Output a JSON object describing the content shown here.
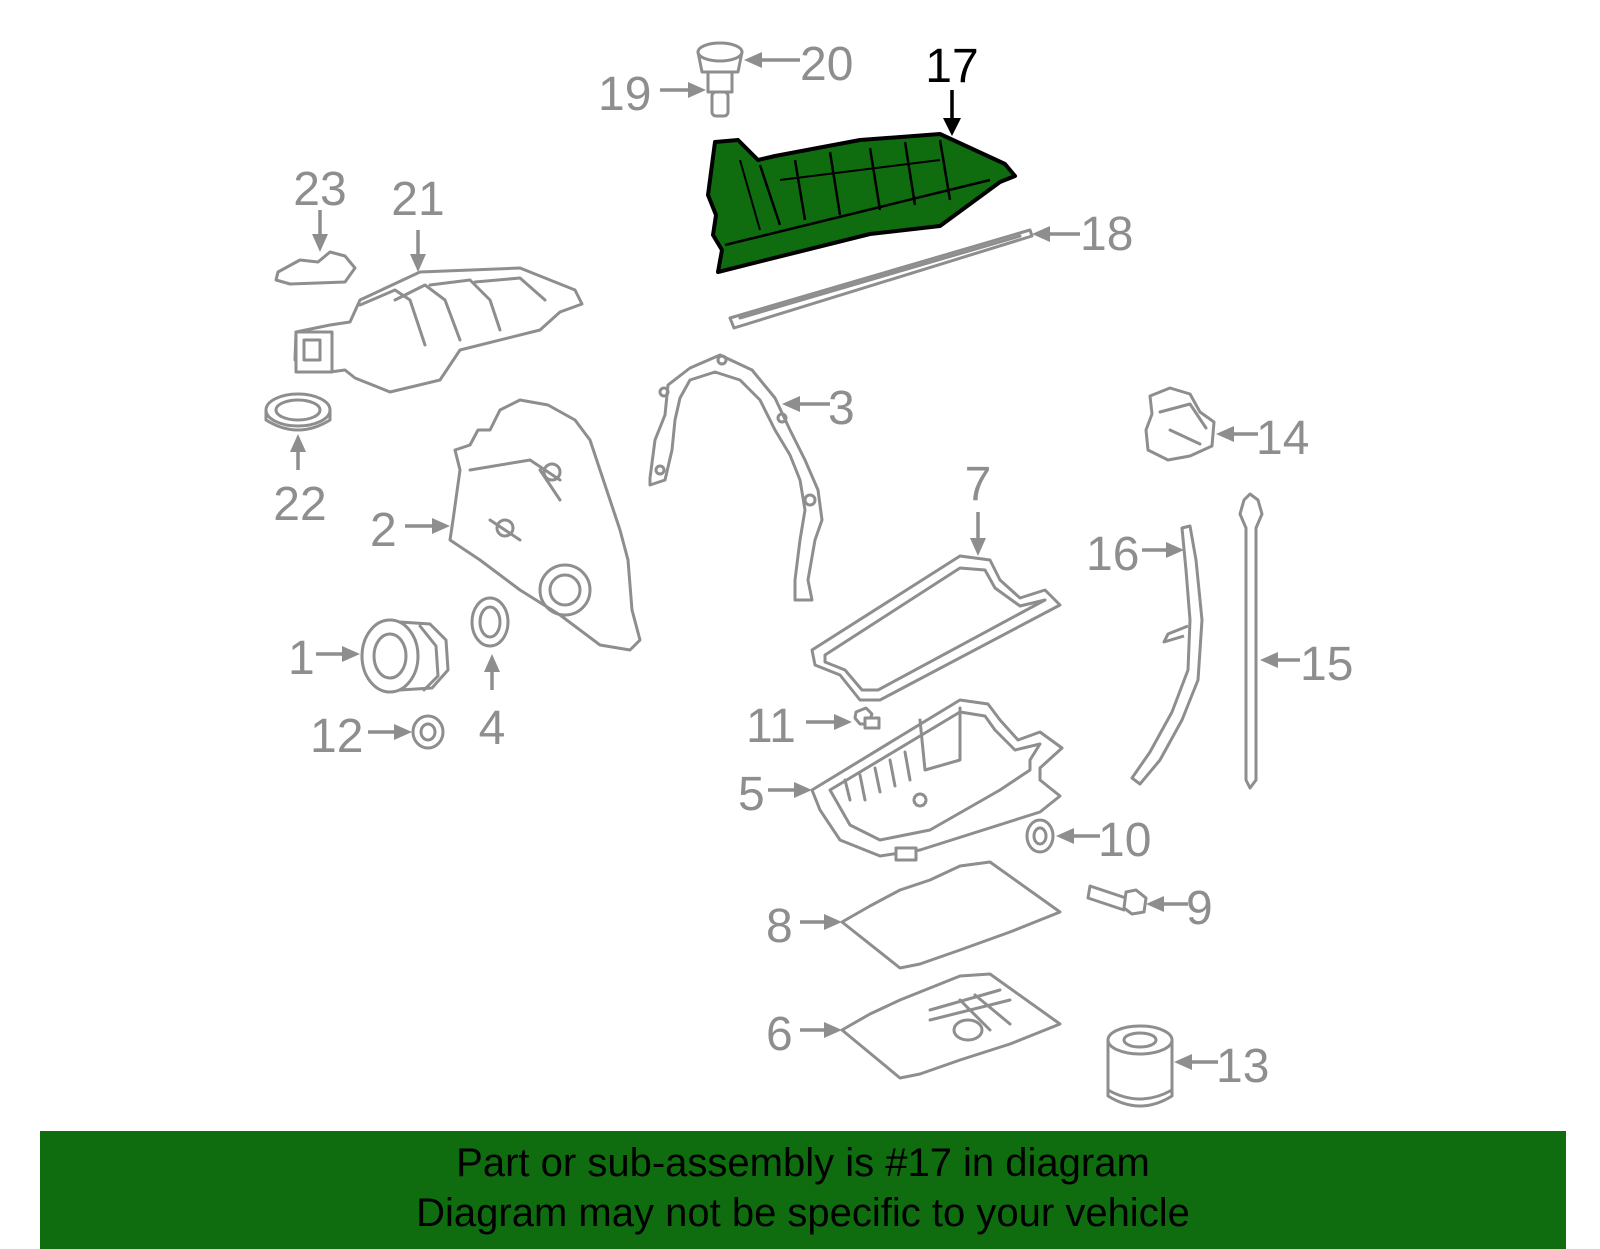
{
  "callouts": {
    "c1": "1",
    "c2": "2",
    "c3": "3",
    "c4": "4",
    "c5": "5",
    "c6": "6",
    "c7": "7",
    "c8": "8",
    "c9": "9",
    "c10": "10",
    "c11": "11",
    "c12": "12",
    "c13": "13",
    "c14": "14",
    "c15": "15",
    "c16": "16",
    "c17": "17",
    "c18": "18",
    "c19": "19",
    "c20": "20",
    "c21": "21",
    "c22": "22",
    "c23": "23"
  },
  "highlight": {
    "part": "17",
    "color": "#0f6c0f"
  },
  "colors": {
    "line": "#8e8e8e",
    "banner": "#0f6c0f",
    "highlight_text": "#000000"
  },
  "banner": {
    "line1": "Part or sub-assembly is #17 in diagram",
    "line2": "Diagram may not be specific to your vehicle"
  }
}
